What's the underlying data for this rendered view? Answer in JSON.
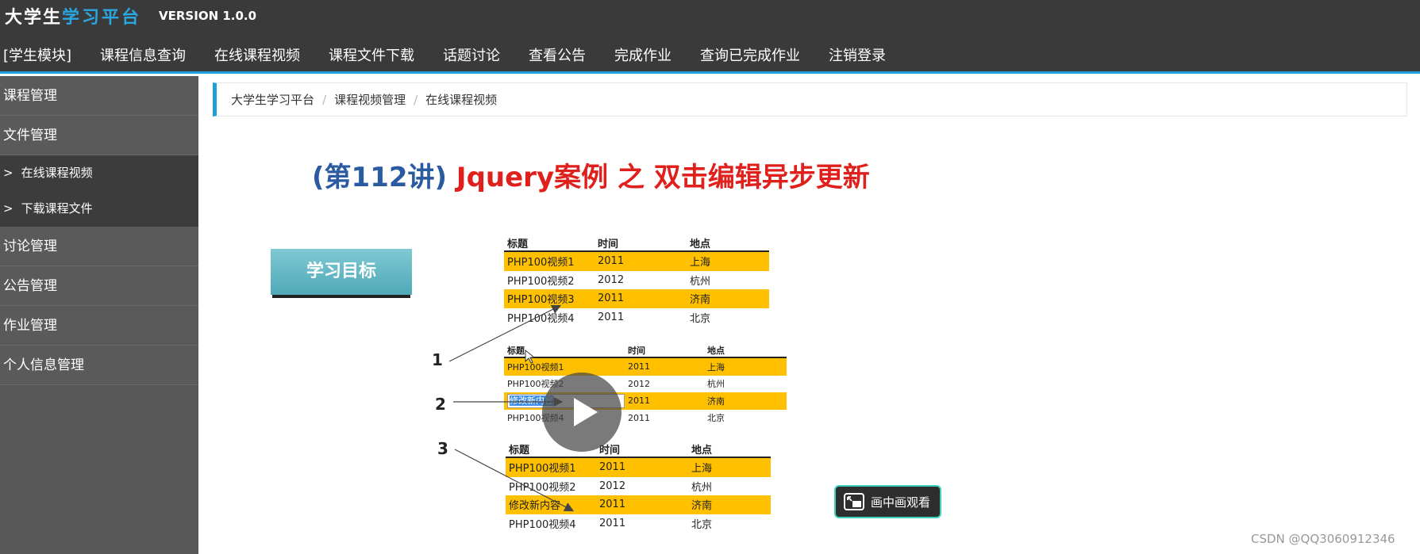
{
  "header": {
    "brand_main": "大学生",
    "brand_accent": "学习平台",
    "version": "VERSION 1.0.0",
    "nav": [
      "[学生模块]",
      "课程信息查询",
      "在线课程视频",
      "课程文件下载",
      "话题讨论",
      "查看公告",
      "完成作业",
      "查询已完成作业",
      "注销登录"
    ]
  },
  "sidebar": {
    "items": [
      "课程管理",
      "文件管理"
    ],
    "sub_items": [
      "在线课程视频",
      "下载课程文件"
    ],
    "items_after": [
      "讨论管理",
      "公告管理",
      "作业管理",
      "个人信息管理"
    ],
    "arrow": ">"
  },
  "breadcrumb": [
    "大学生学习平台",
    "课程视频管理",
    "在线课程视频"
  ],
  "breadcrumb_sep": "/",
  "video": {
    "title_open": "(第",
    "title_num": "112",
    "title_close": "讲) ",
    "title_red1": "Jquery",
    "title_red2": "案例 之 双击编辑异步更新",
    "goal": "学习目标",
    "headers": [
      "标题",
      "时间",
      "地点"
    ],
    "numbers": [
      "1",
      "2",
      "3"
    ],
    "table1": [
      [
        "PHP100视频1",
        "2011",
        "上海"
      ],
      [
        "PHP100视频2",
        "2012",
        "杭州"
      ],
      [
        "PHP100视频3",
        "2011",
        "济南"
      ],
      [
        "PHP100视频4",
        "2011",
        "北京"
      ]
    ],
    "table2": [
      [
        "PHP100视频1",
        "2011",
        "上海"
      ],
      [
        "PHP100视频2",
        "2012",
        "杭州"
      ],
      [
        "修改新内容",
        "2011",
        "济南"
      ],
      [
        "PHP100视频4",
        "2011",
        "北京"
      ]
    ],
    "table3": [
      [
        "PHP100视频1",
        "2011",
        "上海"
      ],
      [
        "PHP100视频2",
        "2012",
        "杭州"
      ],
      [
        "修改新内容",
        "2011",
        "济南"
      ],
      [
        "PHP100视频4",
        "2011",
        "北京"
      ]
    ],
    "pip_label": "画中画观看"
  },
  "watermark": "CSDN @QQ3060912346"
}
